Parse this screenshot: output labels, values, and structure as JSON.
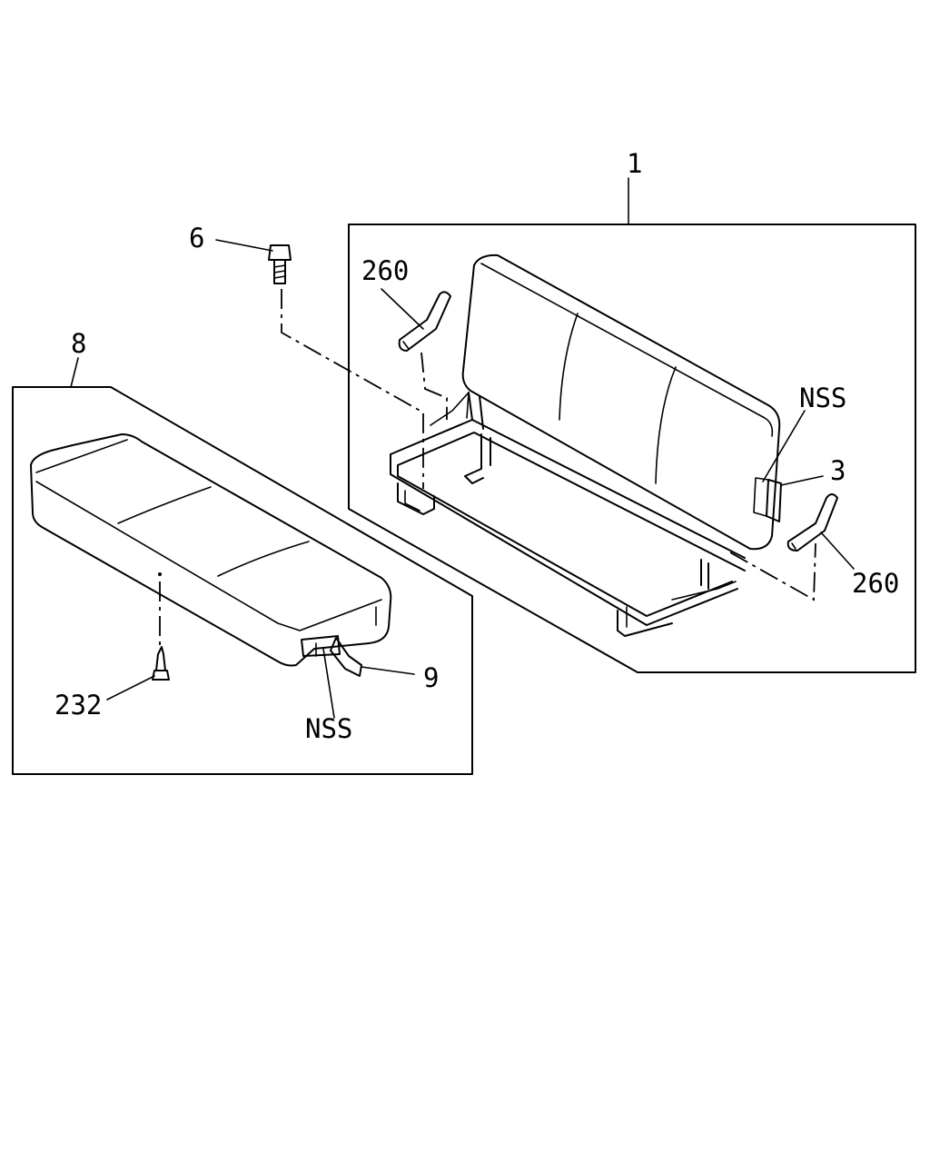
{
  "callouts": {
    "part_1": "1",
    "part_3": "3",
    "part_6": "6",
    "part_8": "8",
    "part_9": "9",
    "part_232": "232",
    "part_260_left": "260",
    "part_260_right": "260",
    "nss_back": "NSS",
    "nss_cushion": "NSS"
  },
  "colors": {
    "line": "#000000",
    "background": "#ffffff"
  }
}
